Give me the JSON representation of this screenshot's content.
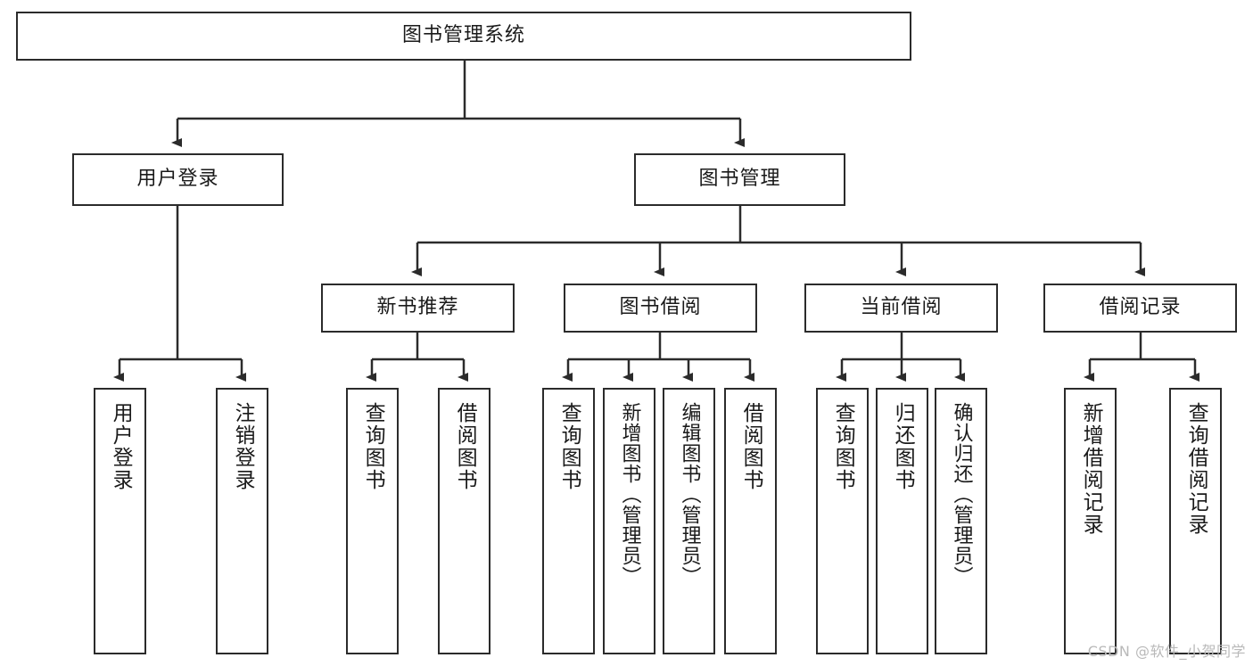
{
  "diagram": {
    "title": "图书管理系统",
    "type": "tree-hierarchy",
    "root": {
      "id": "root",
      "label": "图书管理系统"
    },
    "level2": [
      {
        "id": "user-login",
        "label": "用户登录"
      },
      {
        "id": "book-manage",
        "label": "图书管理"
      }
    ],
    "level3": [
      {
        "id": "new-book-rec",
        "label": "新书推荐",
        "parent": "book-manage"
      },
      {
        "id": "book-borrow",
        "label": "图书借阅",
        "parent": "book-manage"
      },
      {
        "id": "current-borrow",
        "label": "当前借阅",
        "parent": "book-manage"
      },
      {
        "id": "borrow-record",
        "label": "借阅记录",
        "parent": "book-manage"
      }
    ],
    "leaves": {
      "user_login": [
        {
          "id": "leaf-user-login",
          "label": "用户登录"
        },
        {
          "id": "leaf-logout",
          "label": "注销登录"
        }
      ],
      "new_book_rec": [
        {
          "id": "leaf-query-book-1",
          "label": "查询图书"
        },
        {
          "id": "leaf-borrow-book-1",
          "label": "借阅图书"
        }
      ],
      "book_borrow": [
        {
          "id": "leaf-query-book-2",
          "label": "查询图书"
        },
        {
          "id": "leaf-add-book",
          "label": "新增图书（管理员）"
        },
        {
          "id": "leaf-edit-book",
          "label": "编辑图书（管理员）"
        },
        {
          "id": "leaf-borrow-book-2",
          "label": "借阅图书"
        }
      ],
      "current_borrow": [
        {
          "id": "leaf-query-book-3",
          "label": "查询图书"
        },
        {
          "id": "leaf-return-book",
          "label": "归还图书"
        },
        {
          "id": "leaf-confirm-return",
          "label": "确认归还（管理员）"
        }
      ],
      "borrow_record": [
        {
          "id": "leaf-add-record",
          "label": "新增借阅记录"
        },
        {
          "id": "leaf-query-record",
          "label": "查询借阅记录"
        }
      ]
    }
  },
  "watermark": {
    "text": "CSDN @软件_小贺同学"
  },
  "colors": {
    "stroke": "#2b2b2b",
    "background": "#ffffff",
    "text": "#1a1a1a",
    "watermark": "#b9b9b9"
  }
}
